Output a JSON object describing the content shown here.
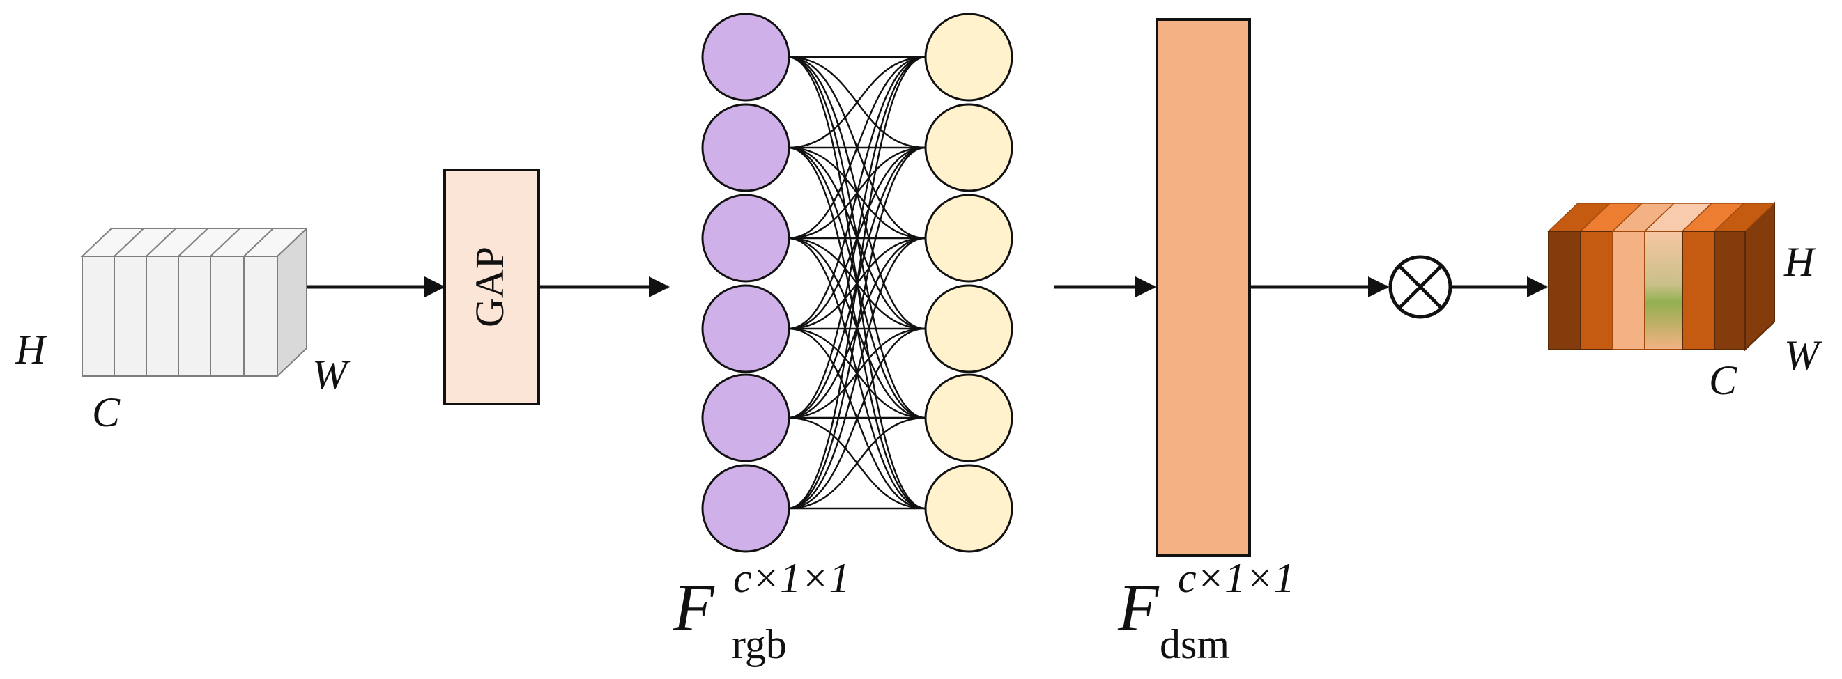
{
  "input_tensor": {
    "label_h": "H",
    "label_w": "W",
    "label_c": "C"
  },
  "gap_block": {
    "label": "GAP"
  },
  "fc_rgb": {
    "label_main": "F",
    "label_sup": "c×1×1",
    "label_sub": "rgb"
  },
  "dsm_block": {
    "label_main": "F",
    "label_sup": "c×1×1",
    "label_sub": "dsm"
  },
  "multiply": {
    "symbol": "⊗"
  },
  "output_tensor": {
    "label_h": "H",
    "label_w": "W",
    "label_c": "C"
  },
  "colors": {
    "input_slice_fill": "#f2f2f2",
    "gap_fill": "#fbe5d6",
    "left_node_fill": "#d0b0e8",
    "right_node_fill": "#fff2cc",
    "dsm_fill": "#f4b183",
    "output_dark": "#843c0c",
    "output_orange": "#c55a11",
    "output_light": "#f4b183"
  }
}
